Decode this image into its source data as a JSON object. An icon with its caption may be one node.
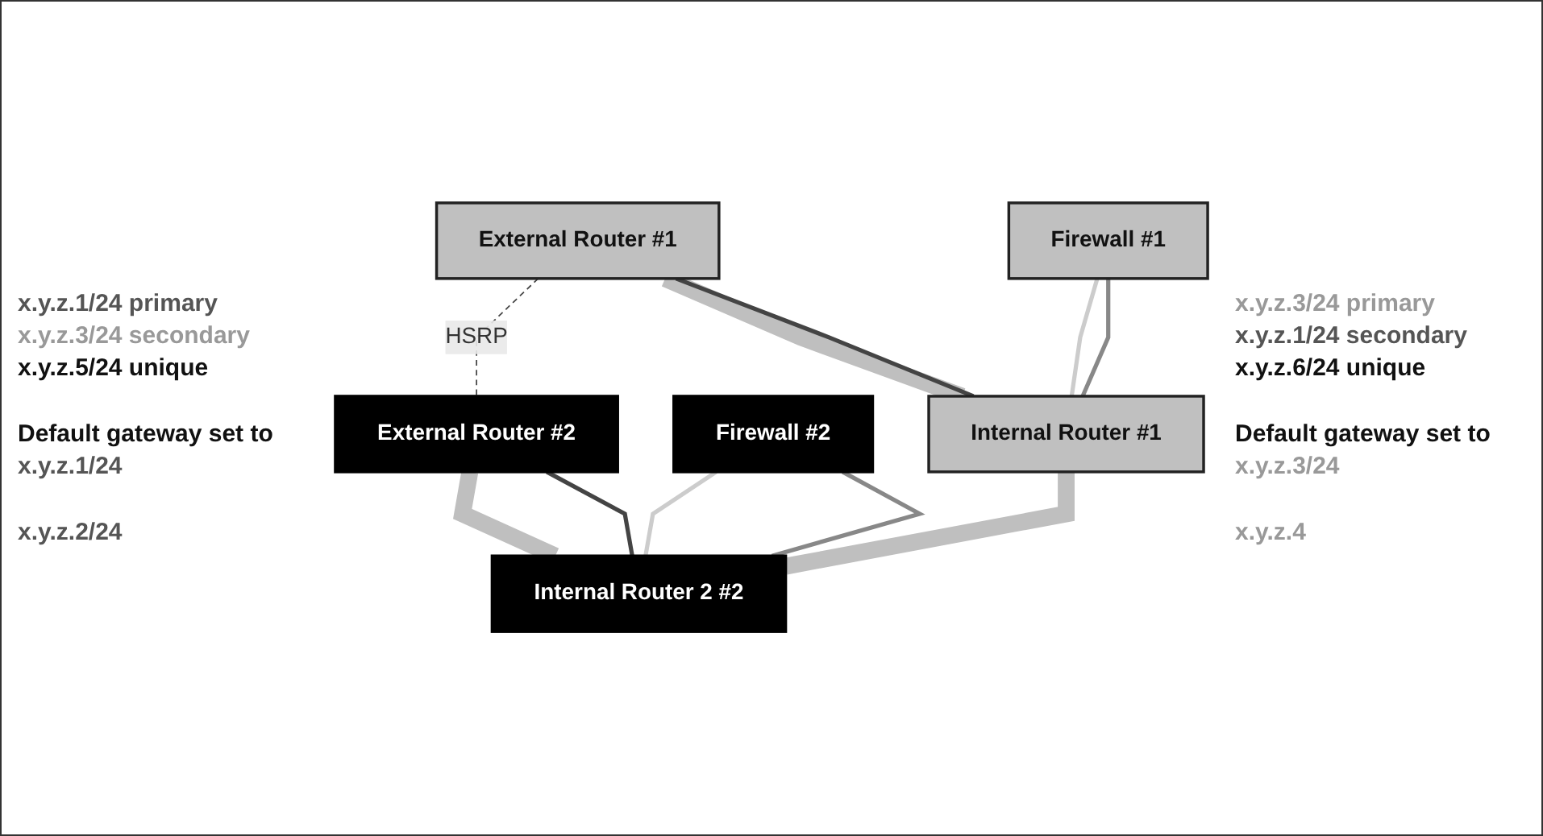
{
  "diagram": {
    "nodes": [
      {
        "text": [
          "External Router #1"
        ]
      },
      {
        "text": [
          "External Router #2"
        ]
      },
      {
        "text": [
          "Firewall #1"
        ]
      },
      {
        "text": [
          "Internal Router #1"
        ]
      },
      {
        "text": [
          "Firewall #2"
        ]
      },
      {
        "text": [
          "Internal Router 2 #2"
        ]
      }
    ],
    "edges": [
      {
        "from": 0,
        "to": 1,
        "arrow": "none",
        "label": "HSRP",
        "style": "dashed"
      },
      {
        "from": 0,
        "to": 3,
        "arrow": "none",
        "style": "thick",
        "color": "#bfbfbf"
      },
      {
        "from": 0,
        "to": 3,
        "arrow": "none"
      },
      {
        "from": 2,
        "to": 3,
        "arrow": "none",
        "color": "#cccccc"
      },
      {
        "from": 2,
        "to": 3,
        "arrow": "none",
        "color": "#888888"
      },
      {
        "from": 1,
        "to": 5,
        "arrow": "none",
        "style": "thick",
        "color": "#bfbfbf"
      },
      {
        "from": 1,
        "to": 5,
        "arrow": "none"
      },
      {
        "from": 4,
        "to": 5,
        "arrow": "none",
        "color": "#cccccc"
      },
      {
        "from": 4,
        "to": 5,
        "arrow": "none",
        "color": "#888888"
      },
      {
        "from": 3,
        "to": 5,
        "arrow": "none",
        "style": "thick",
        "color": "#bfbfbf"
      }
    ],
    "labels": [
      "x.y.z.1/24 primary",
      "x.y.z.3/24 secondary",
      "x.y.z.5/24 unique",
      "x.y.z.3/24 primary",
      "x.y.z.1/24 secondary",
      "x.y.z.6/24 unique",
      "Default gateway set to",
      "x.y.z.1/24",
      "Default gateway set to",
      "x.y.z.3/24",
      "x.y.z.2/24",
      "x.y.z.4"
    ]
  }
}
